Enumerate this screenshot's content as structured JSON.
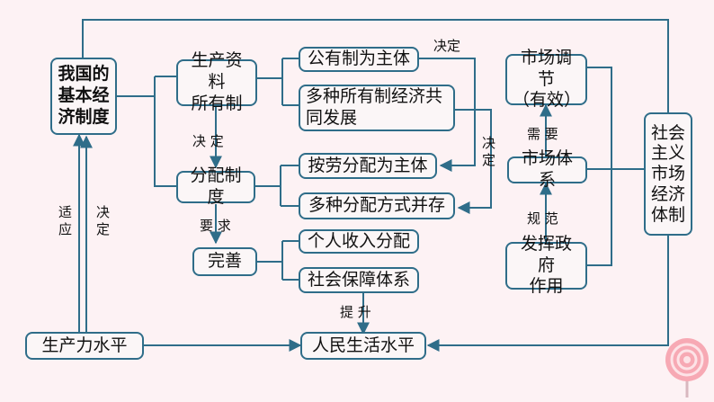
{
  "colors": {
    "line": "#2f6d89",
    "box_fill": "#fbf6f7",
    "background": "#fdf2f4"
  },
  "nodes": {
    "basic_system": "我国的\n基本经\n济制度",
    "ownership": "生产资料\n所有制",
    "public_main": "公有制为主体",
    "multi_ownership": "多种所有制经济共\n同发展",
    "distribution": "分配制度",
    "labor_main": "按劳分配为主体",
    "multi_distribution": "多种分配方式并存",
    "improve": "完善",
    "personal_income": "个人收入分配",
    "social_security": "社会保障体系",
    "productivity": "生产力水平",
    "living_standard": "人民生活水平",
    "market_regulation": "市场调节\n（有效）",
    "market_system": "市场体系",
    "government_role": "发挥政府\n作用",
    "socialist_market": "社会\n主义\n市场\n经济\n体制"
  },
  "labels": {
    "decide_top": "决定",
    "decide_right": "决\n定",
    "decide_mid": "决 定",
    "require": "要 求",
    "raise": "提 升",
    "adapt": "适应",
    "decide_left": "决定",
    "need": "需 要",
    "regulate": "规 范"
  }
}
